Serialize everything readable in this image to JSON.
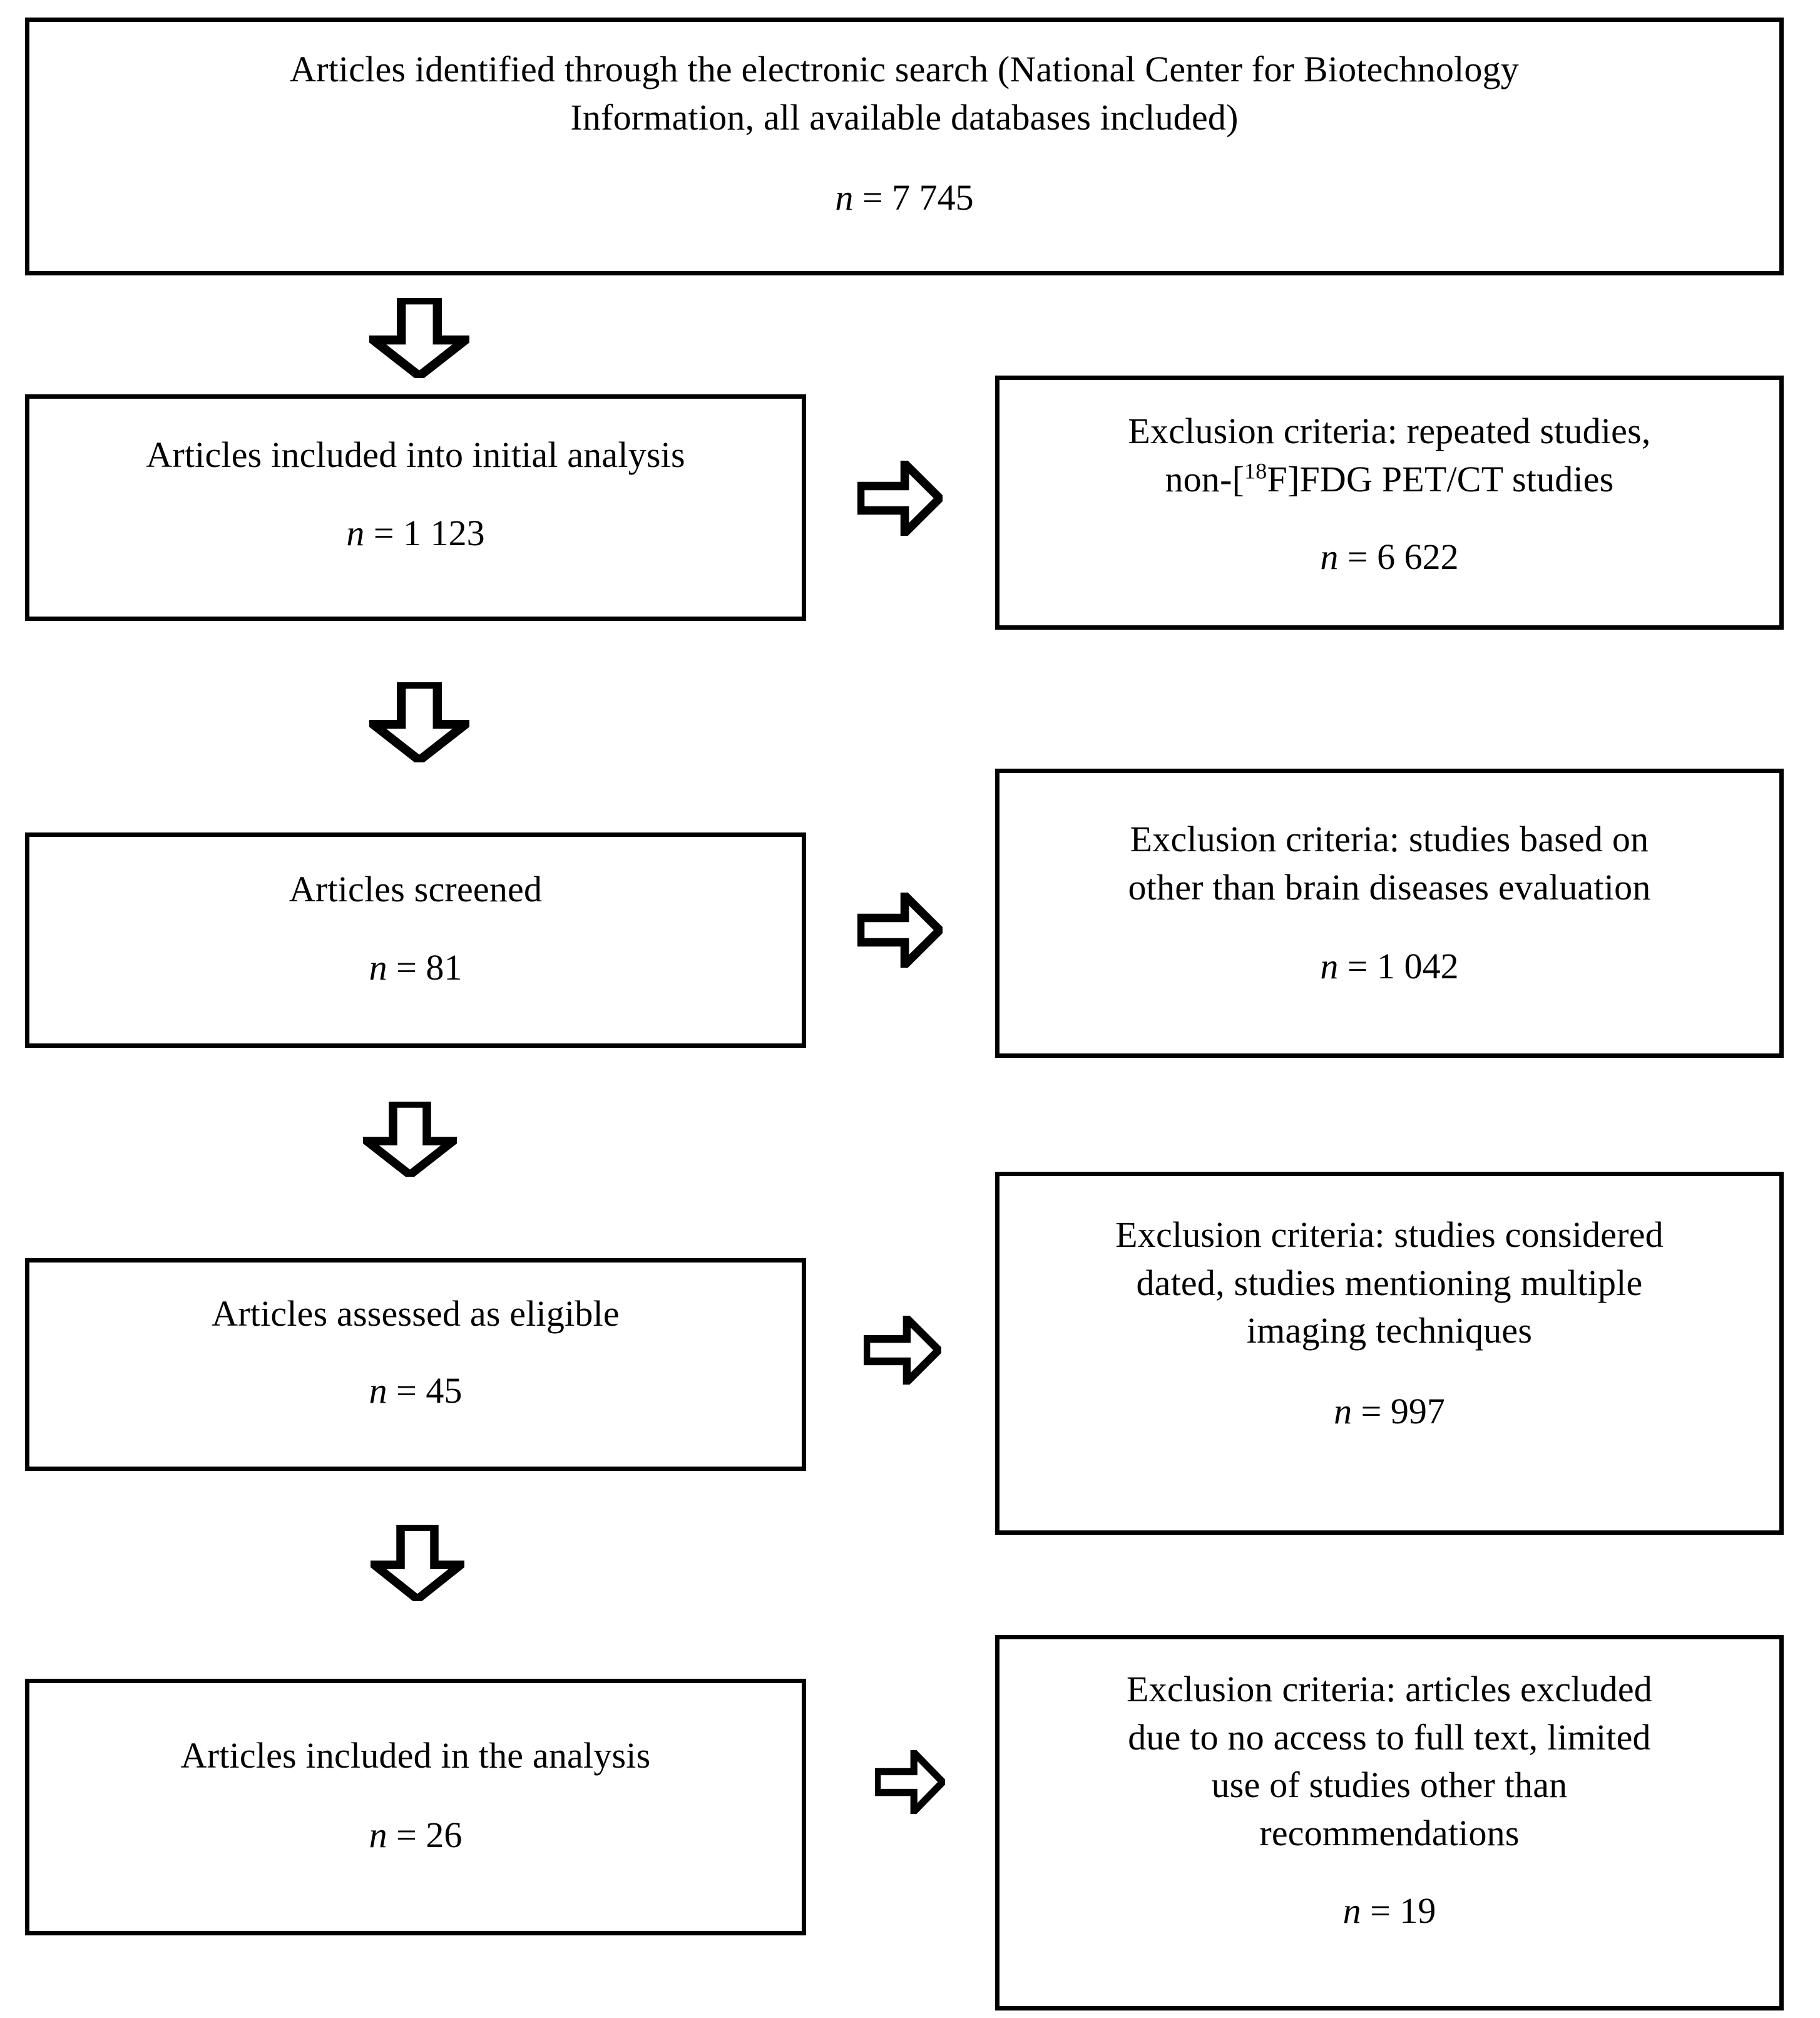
{
  "diagram": {
    "type": "prisma-flow-diagram",
    "nodes": {
      "identified": {
        "title": "Articles identified through the electronic search (National Center for Biotechnology\nInformation, all available databases included)",
        "count_prefix": "n",
        "count_eq": " = ",
        "count_value": "7 745"
      },
      "initial": {
        "title": "Articles included into initial analysis",
        "count_prefix": "n",
        "count_eq": " = ",
        "count_value": "1 123"
      },
      "screened": {
        "title": "Articles screened",
        "count_prefix": "n",
        "count_eq": " = ",
        "count_value": "81"
      },
      "eligible": {
        "title": "Articles assessed as eligible",
        "count_prefix": "n",
        "count_eq": " = ",
        "count_value": "45"
      },
      "final": {
        "title": "Articles included in the analysis",
        "count_prefix": "n",
        "count_eq": " = ",
        "count_value": "26"
      },
      "exclusion_1": {
        "title_before_sup": "Exclusion criteria: repeated studies,\nnon-[",
        "title_sup": "18",
        "title_after_sup": "F]FDG PET/CT studies",
        "count_prefix": "n",
        "count_eq": " = ",
        "count_value": "6 622"
      },
      "exclusion_2": {
        "title": "Exclusion criteria: studies based on\nother than brain diseases evaluation",
        "count_prefix": "n",
        "count_eq": " = ",
        "count_value": "1 042"
      },
      "exclusion_3": {
        "title": "Exclusion criteria: studies considered\ndated, studies mentioning multiple\nimaging techniques",
        "count_prefix": "n",
        "count_eq": " = ",
        "count_value": "997"
      },
      "exclusion_4": {
        "title": "Exclusion criteria: articles excluded\ndue to no access to full text, limited\nuse of studies other than\nrecommendations",
        "count_prefix": "n",
        "count_eq": " = ",
        "count_value": "19"
      }
    },
    "arrows": {
      "down_1": "arrow-down",
      "down_2": "arrow-down",
      "down_3": "arrow-down",
      "down_4": "arrow-down",
      "right_1": "arrow-right",
      "right_2": "arrow-right",
      "right_3": "arrow-right",
      "right_4": "arrow-right"
    },
    "colors": {
      "stroke": "#000000",
      "fill": "#ffffff",
      "text": "#000000"
    }
  }
}
